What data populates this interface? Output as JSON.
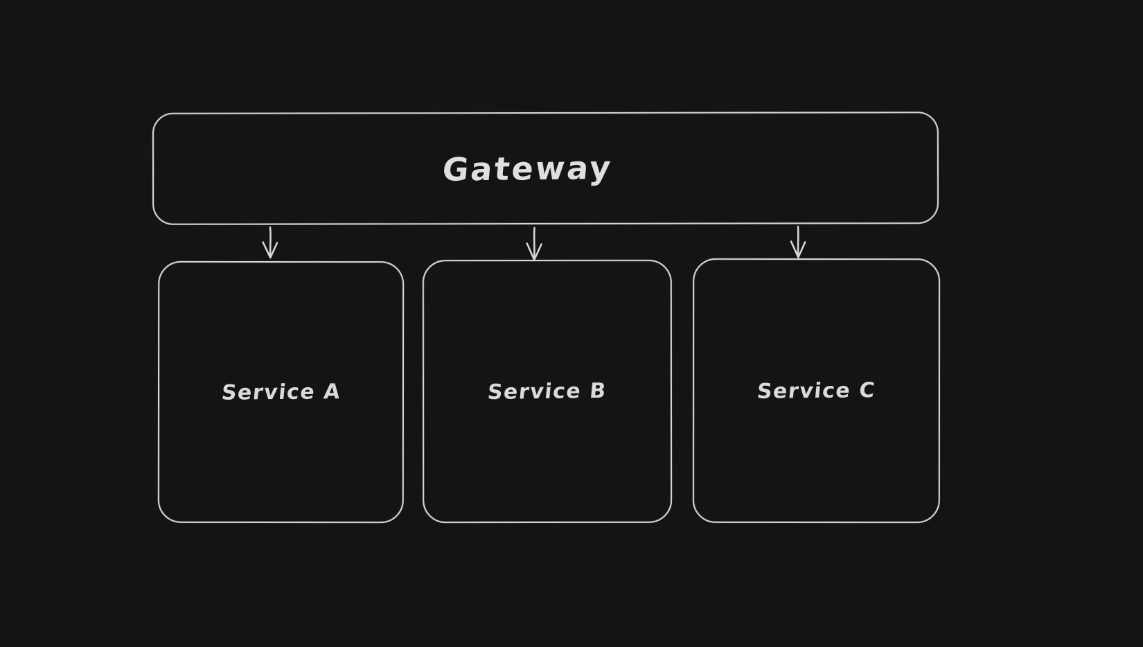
{
  "canvas": {
    "background_color": "#141414",
    "stroke_color": "#d5d5d5",
    "text_color": "#dfdfdf"
  },
  "diagram": {
    "nodes": {
      "gateway": {
        "label": "Gateway"
      },
      "service_a": {
        "label": "Service A"
      },
      "service_b": {
        "label": "Service B"
      },
      "service_c": {
        "label": "Service C"
      }
    },
    "connections": [
      {
        "from": "Gateway",
        "to": "Service A"
      },
      {
        "from": "Gateway",
        "to": "Service B"
      },
      {
        "from": "Gateway",
        "to": "Service C"
      }
    ]
  }
}
